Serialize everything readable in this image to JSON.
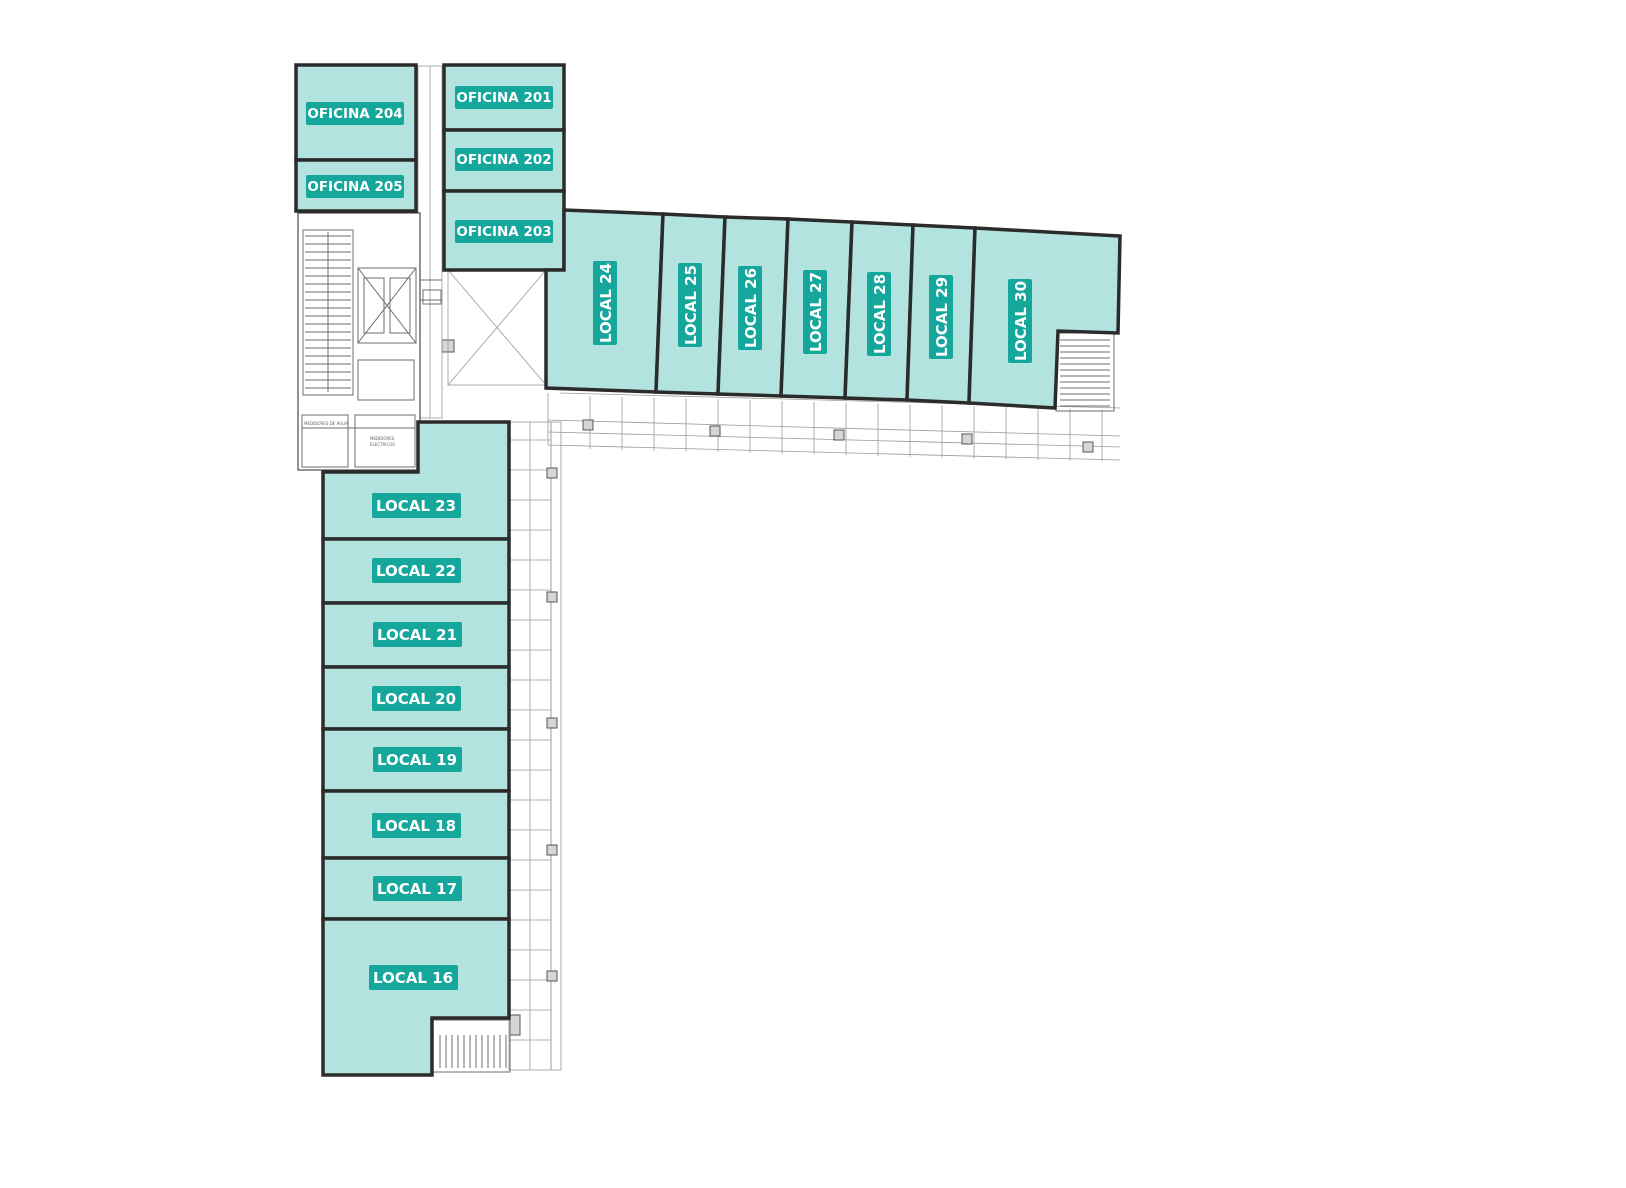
{
  "units": {
    "oficina_201": "OFICINA 201",
    "oficina_202": "OFICINA 202",
    "oficina_203": "OFICINA 203",
    "oficina_204": "OFICINA 204",
    "oficina_205": "OFICINA 205",
    "local_16": "LOCAL 16",
    "local_17": "LOCAL 17",
    "local_18": "LOCAL 18",
    "local_19": "LOCAL 19",
    "local_20": "LOCAL 20",
    "local_21": "LOCAL 21",
    "local_22": "LOCAL 22",
    "local_23": "LOCAL 23",
    "local_24": "LOCAL 24",
    "local_25": "LOCAL 25",
    "local_26": "LOCAL 26",
    "local_27": "LOCAL 27",
    "local_28": "LOCAL 28",
    "local_29": "LOCAL 29",
    "local_30": "LOCAL 30"
  },
  "colors": {
    "unit_fill": "#b2e3de",
    "label_fill": "#15a79b",
    "wall": "#2b2b2b"
  }
}
